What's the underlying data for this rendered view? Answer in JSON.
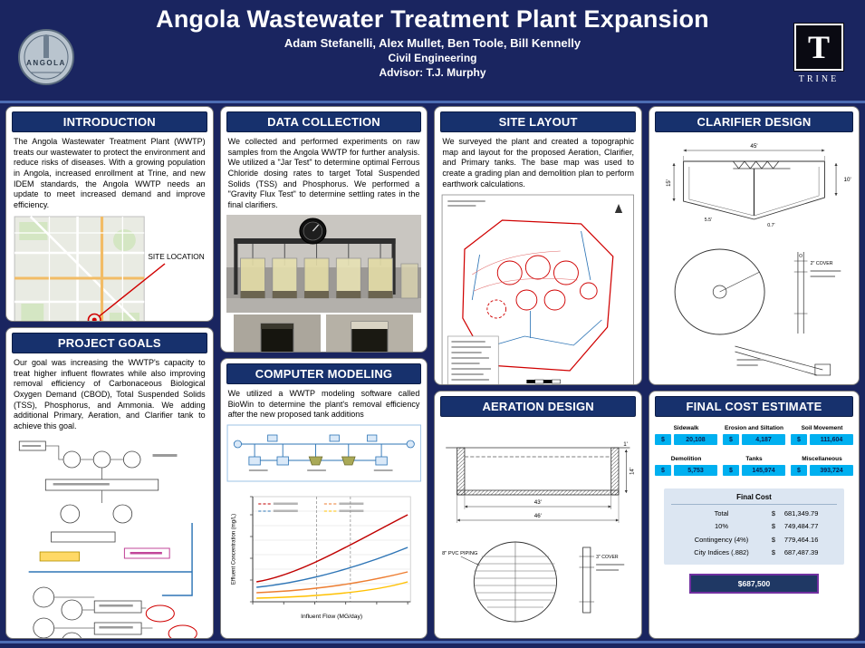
{
  "colors": {
    "background": "#1a2560",
    "section_header": "#17316d",
    "separator": "#4d6cb3",
    "cost_chip": "#00b0f0",
    "table_bg": "#dce6f2",
    "final_box_bg": "#1f3864",
    "final_box_border": "#7030a0",
    "annotation_red": "#d00000"
  },
  "header": {
    "title": "Angola Wastewater Treatment Plant Expansion",
    "authors": "Adam Stefanelli, Alex Mullet, Ben Toole, Bill Kennelly",
    "department": "Civil Engineering",
    "advisor": "Advisor: T.J. Murphy",
    "left_logo_text": "ANGOLA",
    "right_logo_letter": "T",
    "right_logo_text": "TRINE"
  },
  "sections": {
    "introduction": {
      "title": "INTRODUCTION",
      "body": "The Angola Wastewater Treatment Plant (WWTP) treats our wastewater to protect the environment and reduce risks of diseases. With a growing population in Angola, increased enrollment at Trine, and new IDEM standards, the Angola WWTP needs an update to meet increased demand and improve efficiency.",
      "map_label": "SITE LOCATION"
    },
    "project_goals": {
      "title": "PROJECT GOALS",
      "body": "Our goal was increasing the WWTP's capacity to treat higher influent flowrates while also improving removal efficiency of Carbonaceous Biological Oxygen Demand (CBOD), Total Suspended Solids (TSS), Phosphorus, and Ammonia. We adding additional Primary, Aeration, and Clarifier tank to achieve this goal."
    },
    "data_collection": {
      "title": "DATA COLLECTION",
      "body": "We collected and performed experiments on raw samples from the Angola WWTP for further analysis. We utilized a \"Jar Test\" to determine optimal Ferrous Chloride dosing rates to target Total Suspended Solids (TSS) and Phosphorus. We performed a \"Gravity Flux Test\" to determine settling rates in the final clarifiers."
    },
    "computer_modeling": {
      "title": "COMPUTER MODELING",
      "body": "We utilized a WWTP modeling software called BioWin to determine the plant's removal efficiency after the new proposed tank additions",
      "chart": {
        "xlabel": "Influent Flow (MG/day)",
        "ylabel": "Effluent Concentration (mg/L)"
      }
    },
    "site_layout": {
      "title": "SITE LAYOUT",
      "body": "We surveyed the plant and created a topographic map and layout for the proposed Aeration, Clarifier, and Primary tanks. The base map was used to create a grading plan and demolition plan to perform earthwork calculations."
    },
    "aeration_design": {
      "title": "AERATION DESIGN",
      "labels": {
        "freeboard": "1'",
        "depth": "14'",
        "inner_width": "43'",
        "outer_width": "46'",
        "pipe": "8\" PVC PIPING",
        "cover": "3\" COVER"
      }
    },
    "clarifier_design": {
      "title": "CLARIFIER DESIGN",
      "labels": {
        "width": "45'",
        "left_depth": "15'",
        "right_depth": "10'",
        "floor_a": "5.5'",
        "floor_b": "0.7'",
        "cover": "2\" COVER"
      }
    },
    "final_cost": {
      "title": "FINAL COST ESTIMATE",
      "items": [
        {
          "label": "Sidewalk",
          "currency": "$",
          "value": "20,108"
        },
        {
          "label": "Erosion and Siltation",
          "currency": "$",
          "value": "4,187"
        },
        {
          "label": "Soil Movement",
          "currency": "$",
          "value": "111,604"
        },
        {
          "label": "Demolition",
          "currency": "$",
          "value": "5,753"
        },
        {
          "label": "Tanks",
          "currency": "$",
          "value": "145,974"
        },
        {
          "label": "Miscellaneous",
          "currency": "$",
          "value": "393,724"
        }
      ],
      "table": {
        "header": "Final Cost",
        "rows": [
          {
            "label": "Total",
            "currency": "$",
            "value": "681,349.79"
          },
          {
            "label": "10%",
            "currency": "$",
            "value": "749,484.77"
          },
          {
            "label": "Contingency (4%)",
            "currency": "$",
            "value": "779,464.16"
          },
          {
            "label": "City Indices (.882)",
            "currency": "$",
            "value": "687,487.39"
          }
        ]
      },
      "final_value": "$687,500"
    }
  }
}
